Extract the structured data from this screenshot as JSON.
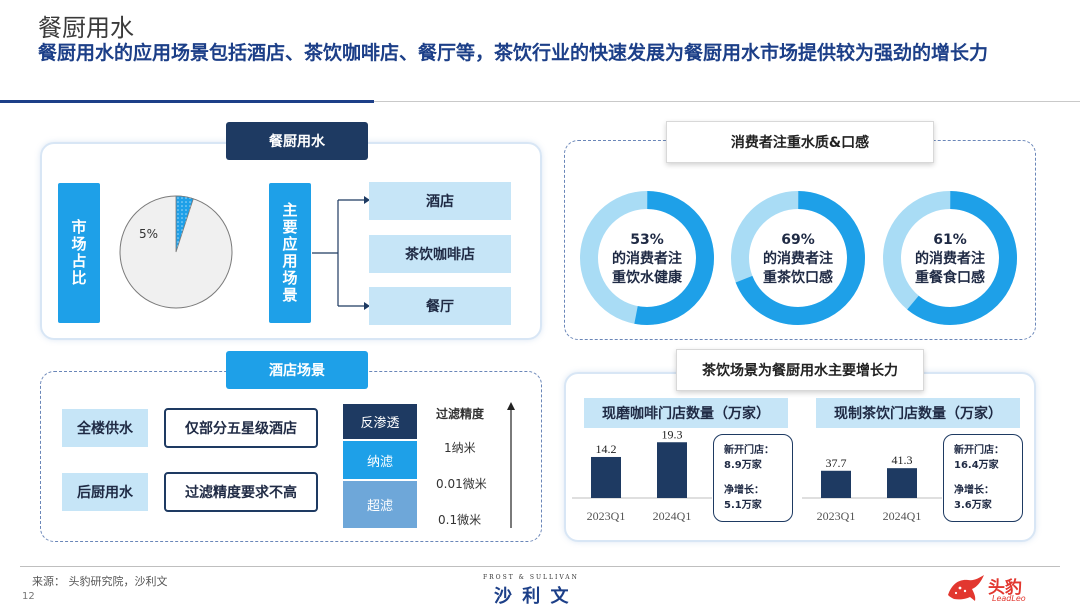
{
  "page": {
    "title": "餐厨用水",
    "headline": "餐厨用水的应用场景包括酒店、茶饮咖啡店、餐厅等，茶饮行业的快速发展为餐厨用水市场提供较为强劲的增长力",
    "page_number": "12"
  },
  "market_panel": {
    "header": "餐厨用水",
    "share_label": "市场占比",
    "pie_label": "5%",
    "pie_share_percent": 5,
    "scenes_label": "主要应用场景",
    "scenes": [
      "酒店",
      "茶饮咖啡店",
      "餐厅"
    ]
  },
  "consumer_panel": {
    "header": "消费者注重水质&口感",
    "donuts": [
      {
        "percent": 53,
        "value_label": "53%",
        "line1": "的消费者注",
        "line2": "重饮水健康"
      },
      {
        "percent": 69,
        "value_label": "69%",
        "line1": "的消费者注",
        "line2": "重茶饮口感"
      },
      {
        "percent": 61,
        "value_label": "61%",
        "line1": "的消费者注",
        "line2": "重餐食口感"
      }
    ]
  },
  "hotel_panel": {
    "header": "酒店场景",
    "rows": [
      {
        "label": "全楼供水",
        "desc": "仅部分五星级酒店"
      },
      {
        "label": "后厨用水",
        "desc": "过滤精度要求不高"
      }
    ],
    "filters": [
      "反渗透",
      "纳滤",
      "超滤"
    ],
    "precision_title": "过滤精度",
    "precision_levels": [
      "1纳米",
      "0.01微米",
      "0.1微米"
    ]
  },
  "tea_panel": {
    "header": "茶饮场景为餐厨用水主要增长力",
    "chart_data": [
      {
        "type": "bar",
        "title": "现磨咖啡门店数量（万家）",
        "categories": [
          "2023Q1",
          "2024Q1"
        ],
        "values": [
          14.2,
          19.3
        ],
        "value_labels": [
          "14.2",
          "19.3"
        ],
        "ylim": [
          0,
          45
        ],
        "color": "#1e3a62",
        "notes": {
          "l1": "新开门店：",
          "l2": "8.9万家",
          "l3": "净增长：",
          "l4": "5.1万家"
        }
      },
      {
        "type": "bar",
        "title": "现制茶饮门店数量（万家）",
        "categories": [
          "2023Q1",
          "2024Q1"
        ],
        "values": [
          37.7,
          41.3
        ],
        "value_labels": [
          "37.7",
          "41.3"
        ],
        "ylim": [
          0,
          180
        ],
        "color": "#1e3a62",
        "notes": {
          "l1": "新开门店：",
          "l2": "16.4万家",
          "l3": "净增长：",
          "l4": "3.6万家"
        }
      }
    ]
  },
  "footer": {
    "source": "来源：  头豹研究院，沙利文",
    "center_small": "FROST & SULLIVAN",
    "center_logo": "沙 利 文",
    "right_logo_cn": "头豹",
    "right_logo_en": "LeadLeo"
  },
  "colors": {
    "navy": "#1e3a62",
    "sky": "#1ea0e8",
    "light_blue": "#c6e5f7",
    "donut_track": "#a9dcf5",
    "pie_fill": "#f0f0f0",
    "brand_red": "#e2372f"
  }
}
